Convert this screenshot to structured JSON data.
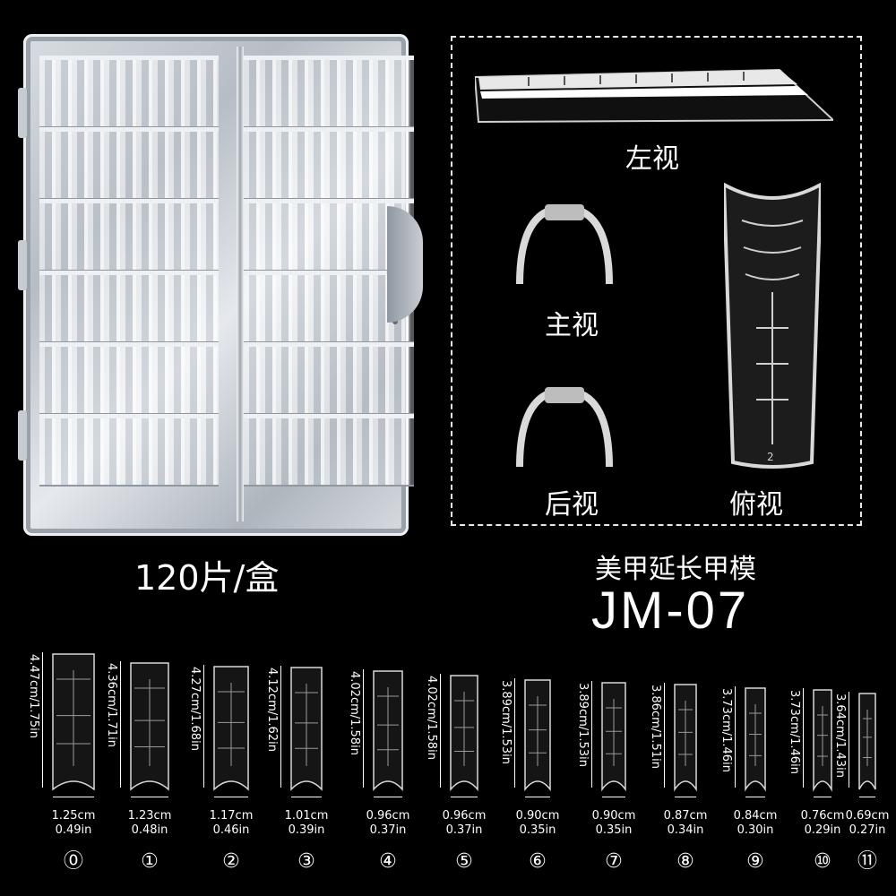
{
  "box_label": "120片/盒",
  "views": {
    "side": "左视",
    "front": "主视",
    "back": "后视",
    "top": "俯视"
  },
  "product": {
    "title": "美甲延长甲模",
    "model": "JM-07"
  },
  "tips": [
    {
      "height": "4.47cm/1.75in",
      "width_cm": "1.25cm",
      "width_in": "0.49in",
      "number": "⓪"
    },
    {
      "height": "4.36cm/1.71in",
      "width_cm": "1.23cm",
      "width_in": "0.48in",
      "number": "①"
    },
    {
      "height": "4.27cm/1.68in",
      "width_cm": "1.17cm",
      "width_in": "0.46in",
      "number": "②"
    },
    {
      "height": "4.12cm/1.62in",
      "width_cm": "1.01cm",
      "width_in": "0.39in",
      "number": "③"
    },
    {
      "height": "4.02cm/1.58in",
      "width_cm": "0.96cm",
      "width_in": "0.37in",
      "number": "④"
    },
    {
      "height": "4.02cm/1.58in",
      "width_cm": "0.96cm",
      "width_in": "0.37in",
      "number": "⑤"
    },
    {
      "height": "3.89cm/1.53in",
      "width_cm": "0.90cm",
      "width_in": "0.35in",
      "number": "⑥"
    },
    {
      "height": "3.89cm/1.53in",
      "width_cm": "0.90cm",
      "width_in": "0.35in",
      "number": "⑦"
    },
    {
      "height": "3.86cm/1.51in",
      "width_cm": "0.87cm",
      "width_in": "0.34in",
      "number": "⑧"
    },
    {
      "height": "3.73cm/1.46in",
      "width_cm": "0.84cm",
      "width_in": "0.30in",
      "number": "⑨"
    },
    {
      "height": "3.73cm/1.46in",
      "width_cm": "0.76cm",
      "width_in": "0.29in",
      "number": "⑩"
    },
    {
      "height": "3.64cm/1.43in",
      "width_cm": "0.69cm",
      "width_in": "0.27in",
      "number": "⑪"
    }
  ],
  "colors": {
    "background": "#000000",
    "text": "#ffffff",
    "frame": "#e8e8e8"
  }
}
